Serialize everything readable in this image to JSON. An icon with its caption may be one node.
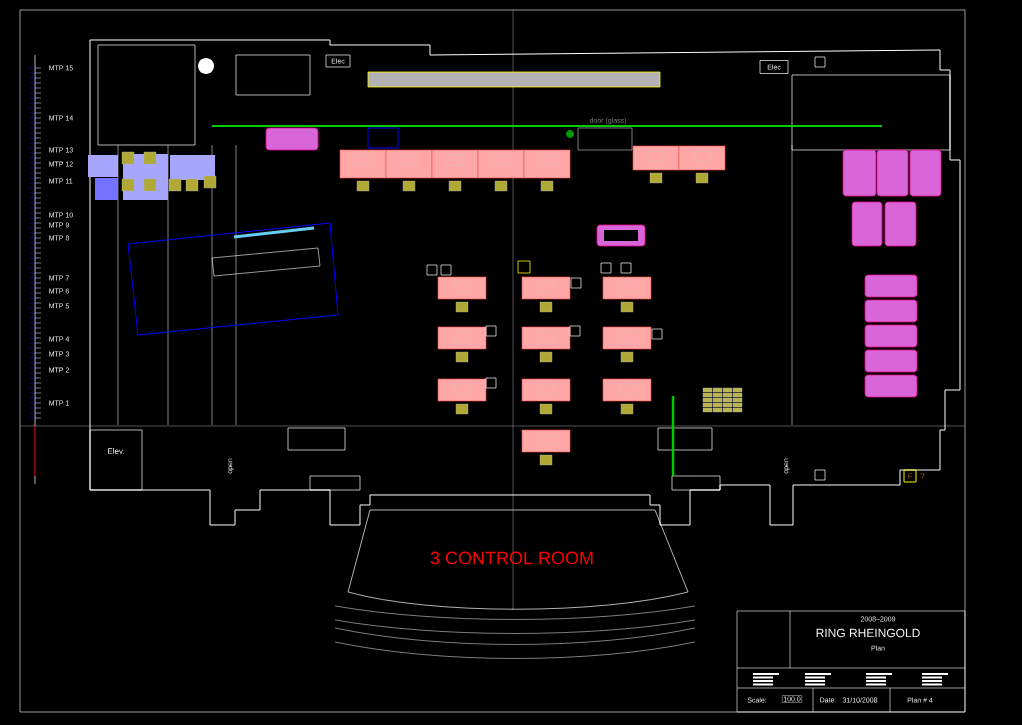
{
  "diagram": {
    "title": "RING RHEINGOLD",
    "nodes": [
      {
        "text": [
          "Elec"
        ]
      },
      {
        "text": [
          "Elec"
        ]
      },
      {
        "text": [
          "Elev."
        ]
      },
      {
        "text": [
          "F"
        ],
        "beside": [
          "?"
        ]
      }
    ],
    "labels": [
      "MTP 15",
      "MTP 14",
      "MTP 13",
      "MTP 12",
      "MTP 11",
      "MTP 10",
      "MTP 9",
      "MTP 8",
      "MTP 7",
      "MTP 6",
      "MTP 5",
      "MTP 4",
      "MTP 3",
      "MTP 2",
      "MTP 1",
      "door (glass)",
      "open",
      "open",
      "3 CONTROL ROOM",
      "2008–2009",
      "Plan",
      "Scale:",
      "100.0",
      "Date:",
      "31/10/2008",
      "Plan # 4"
    ]
  }
}
